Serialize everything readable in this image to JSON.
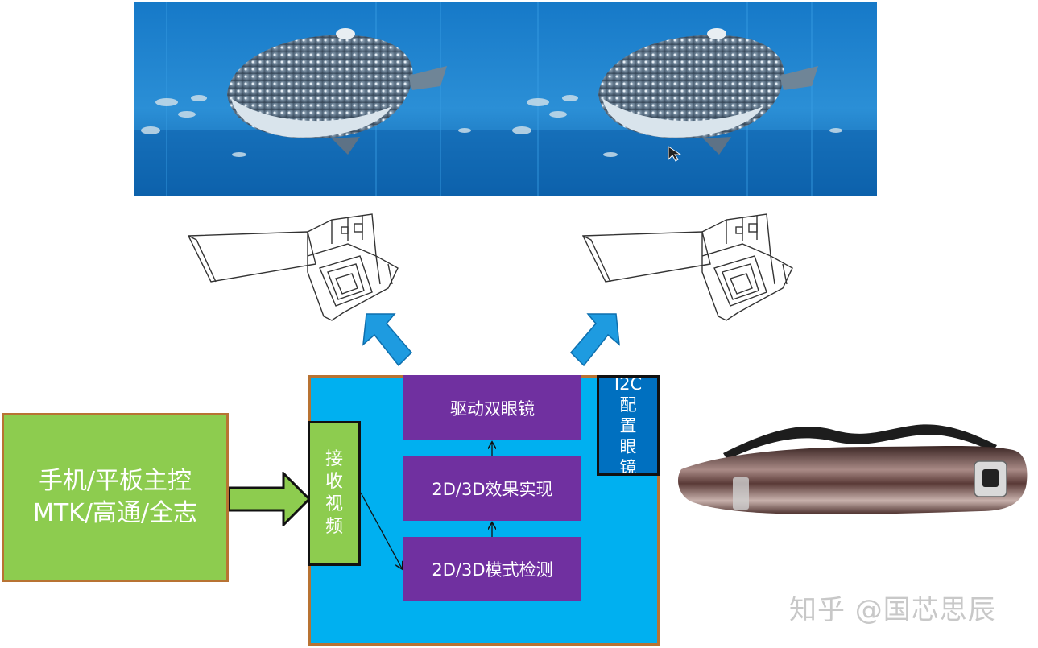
{
  "host": {
    "line1": "手机/平板主控",
    "line2": "MTK/高通/全志"
  },
  "receive": {
    "chars": [
      "接",
      "收",
      "视",
      "频"
    ]
  },
  "drive": {
    "label": "驱动双眼镜"
  },
  "effect": {
    "label": "2D/3D效果实现"
  },
  "detect": {
    "label": "2D/3D模式检测"
  },
  "i2c": {
    "chars": [
      "I2C",
      "配",
      "置",
      "眼",
      "镜"
    ]
  },
  "watermark": {
    "text": "知乎 @国芯思辰"
  },
  "colors": {
    "block_blue": "#00b0f0",
    "green": "#8dcc4f",
    "purple": "#7030a0",
    "dark_blue": "#0070c0",
    "arrow_blue": "#1e9be0",
    "border_brown": "#b87333"
  },
  "icons": {
    "stereo_image": "side-by-side-whale-shark-image",
    "module": "optical-module-drawing",
    "glasses": "video-glasses-photo",
    "cursor": "mouse-cursor-icon"
  }
}
